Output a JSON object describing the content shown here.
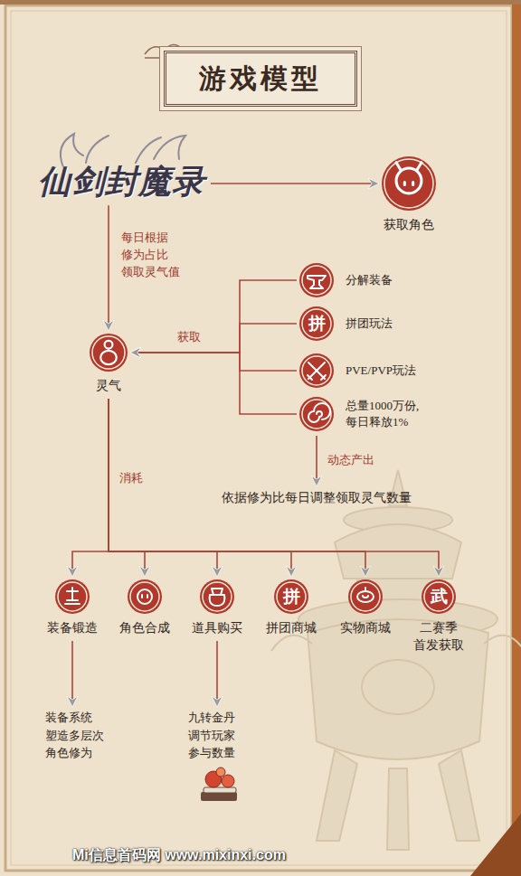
{
  "diagram": {
    "nodes": [
      {
        "text": [
          "游戏模型"
        ]
      },
      {
        "text": [
          "仙剑封魔录"
        ]
      },
      {
        "text": [
          "获取角色"
        ]
      },
      {
        "text": [
          "灵气"
        ]
      },
      {
        "text": [
          "分解装备"
        ]
      },
      {
        "text": [
          "拼",
          "拼团玩法"
        ]
      },
      {
        "text": [
          "PVE/PVP玩法"
        ]
      },
      {
        "text": [
          "总量1000万份, 每日释放1%"
        ]
      },
      {
        "text": [
          "依据修为比每日调整领取灵气数量"
        ]
      },
      {
        "text": [
          "装备锻造"
        ]
      },
      {
        "text": [
          "角色合成"
        ]
      },
      {
        "text": [
          "道具购买"
        ]
      },
      {
        "text": [
          "拼",
          "拼团商城"
        ]
      },
      {
        "text": [
          "实物商城"
        ]
      },
      {
        "text": [
          "武",
          "二赛季 首发获取"
        ]
      },
      {
        "text": [
          "装备系统 塑造多层次 角色修为"
        ]
      },
      {
        "text": [
          "九转金丹 调节玩家 参与数量"
        ]
      }
    ],
    "edges": [
      {
        "from": 1,
        "to": 2,
        "arrow": "to"
      },
      {
        "from": 1,
        "to": 3,
        "arrow": "to",
        "label": "每日根据 修为占比 领取灵气值"
      },
      {
        "from": 4,
        "to": 3,
        "arrow": "to",
        "label": "获取"
      },
      {
        "from": 5,
        "to": 3,
        "arrow": "to"
      },
      {
        "from": 6,
        "to": 3,
        "arrow": "to"
      },
      {
        "from": 7,
        "to": 3,
        "arrow": "to"
      },
      {
        "from": 7,
        "to": 8,
        "arrow": "to",
        "label": "动态产出"
      },
      {
        "from": 3,
        "to": 9,
        "arrow": "to",
        "label": "消耗"
      },
      {
        "from": 3,
        "to": 10,
        "arrow": "to"
      },
      {
        "from": 3,
        "to": 11,
        "arrow": "to"
      },
      {
        "from": 3,
        "to": 12,
        "arrow": "to"
      },
      {
        "from": 3,
        "to": 13,
        "arrow": "to"
      },
      {
        "from": 3,
        "to": 14,
        "arrow": "to"
      },
      {
        "from": 9,
        "to": 15,
        "arrow": "to"
      },
      {
        "from": 11,
        "to": 16,
        "arrow": "to"
      }
    ],
    "labels": [
      "Mi信息首码网 www.mixinxi.com"
    ]
  }
}
